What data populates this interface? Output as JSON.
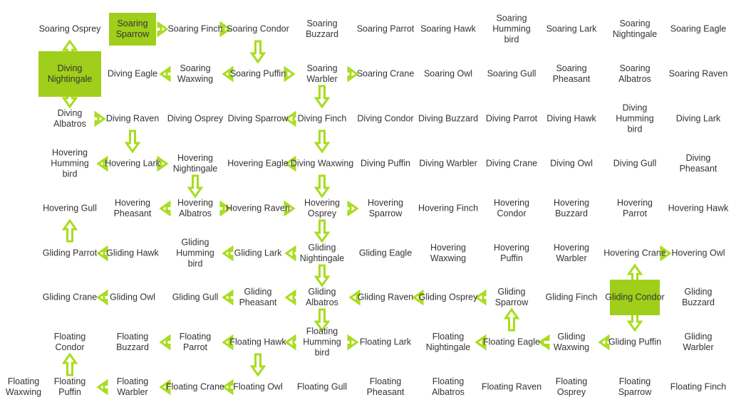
{
  "highlight_color": "#9fcf1a",
  "arrow_color": "#a8dc1e",
  "text_color": "#333333",
  "highlighted_nodes": [
    "Soaring Sparrow",
    "Diving Nightingale",
    "Gliding Condor"
  ],
  "rows": [
    [
      "Soaring Osprey",
      "Soaring Sparrow",
      "Soaring Finch",
      "Soaring Condor",
      "Soaring Buzzard",
      "Soaring Parrot",
      "Soaring Hawk",
      "Soaring Humming bird",
      "Soaring Lark",
      "Soaring Nightingale",
      "Soaring Eagle"
    ],
    [
      "Diving Nightingale",
      "Diving Eagle",
      "Soaring Waxwing",
      "Soaring Puffin",
      "Soaring Warbler",
      "Soaring Crane",
      "Soaring Owl",
      "Soaring Gull",
      "Soaring Pheasant",
      "Soaring Albatros",
      "Soaring Raven"
    ],
    [
      "Diving Albatros",
      "Diving Raven",
      "Diving Osprey",
      "Diving Sparrow",
      "Diving Finch",
      "Diving Condor",
      "Diving Buzzard",
      "Diving Parrot",
      "Diving Hawk",
      "Diving Humming bird",
      "Diving Lark"
    ],
    [
      "Hovering Humming bird",
      "Hovering Lark",
      "Hovering Nightingale",
      "Hovering Eagle",
      "Diving Waxwing",
      "Diving Puffin",
      "Diving Warbler",
      "Diving Crane",
      "Diving Owl",
      "Diving Gull",
      "Diving Pheasant"
    ],
    [
      "Hovering Gull",
      "Hovering Pheasant",
      "Hovering Albatros",
      "Hovering Raven",
      "Hovering Osprey",
      "Hovering Sparrow",
      "Hovering Finch",
      "Hovering Condor",
      "Hovering Buzzard",
      "Hovering Parrot",
      "Hovering Hawk"
    ],
    [
      "Gliding Parrot",
      "Gliding Hawk",
      "Gliding Humming bird",
      "Gliding Lark",
      "Gliding Nightingale",
      "Gliding Eagle",
      "Hovering Waxwing",
      "Hovering Puffin",
      "Hovering Warbler",
      "Hovering Crane",
      "Hovering Owl"
    ],
    [
      "Gliding Crane",
      "Gliding Owl",
      "Gliding Gull",
      "Gliding Pheasant",
      "Gliding Albatros",
      "Gliding Raven",
      "Gliding Osprey",
      "Gliding Sparrow",
      "Gliding Finch",
      "Gliding Condor",
      "Gliding Buzzard"
    ],
    [
      "Floating Condor",
      "Floating Buzzard",
      "Floating Parrot",
      "Floating Hawk",
      "Floating Humming bird",
      "Floating Lark",
      "Floating Nightingale",
      "Floating Eagle",
      "Gliding Waxwing",
      "Gliding Puffin",
      "Gliding Warbler"
    ],
    [
      "Floating Waxwing",
      "Floating Puffin",
      "Floating Warbler",
      "Floating Crane",
      "Floating Owl",
      "Floating Gull",
      "Floating Pheasant",
      "Floating Albatros",
      "Floating Raven",
      "Floating Osprey",
      "Floating Sparrow",
      "Floating Finch"
    ]
  ],
  "arrows": [
    [
      "Soaring Sparrow",
      "Soaring Finch"
    ],
    [
      "Soaring Finch",
      "Soaring Condor"
    ],
    [
      "Soaring Condor",
      "Soaring Puffin"
    ],
    [
      "Soaring Puffin",
      "Soaring Waxwing"
    ],
    [
      "Soaring Waxwing",
      "Diving Eagle"
    ],
    [
      "Soaring Puffin",
      "Soaring Warbler"
    ],
    [
      "Soaring Warbler",
      "Soaring Crane"
    ],
    [
      "Soaring Warbler",
      "Diving Finch"
    ],
    [
      "Diving Finch",
      "Diving Sparrow"
    ],
    [
      "Diving Finch",
      "Diving Waxwing"
    ],
    [
      "Diving Waxwing",
      "Hovering Eagle"
    ],
    [
      "Diving Waxwing",
      "Hovering Osprey"
    ],
    [
      "Hovering Osprey",
      "Hovering Sparrow"
    ],
    [
      "Hovering Osprey",
      "Gliding Nightingale"
    ],
    [
      "Gliding Nightingale",
      "Gliding Lark"
    ],
    [
      "Gliding Lark",
      "Gliding Humming bird"
    ],
    [
      "Gliding Nightingale",
      "Gliding Albatros"
    ],
    [
      "Gliding Albatros",
      "Gliding Pheasant"
    ],
    [
      "Gliding Pheasant",
      "Gliding Gull"
    ],
    [
      "Gliding Albatros",
      "Floating Humming bird"
    ],
    [
      "Floating Humming bird",
      "Floating Hawk"
    ],
    [
      "Floating Humming bird",
      "Floating Lark"
    ],
    [
      "Floating Hawk",
      "Floating Parrot"
    ],
    [
      "Floating Parrot",
      "Floating Buzzard"
    ],
    [
      "Floating Hawk",
      "Floating Owl"
    ],
    [
      "Floating Owl",
      "Floating Crane"
    ],
    [
      "Floating Crane",
      "Floating Warbler"
    ],
    [
      "Floating Warbler",
      "Floating Puffin"
    ],
    [
      "Floating Puffin",
      "Floating Condor"
    ],
    [
      "Diving Nightingale",
      "Soaring Osprey"
    ],
    [
      "Diving Nightingale",
      "Diving Albatros"
    ],
    [
      "Diving Albatros",
      "Diving Raven"
    ],
    [
      "Diving Raven",
      "Hovering Lark"
    ],
    [
      "Hovering Lark",
      "Hovering Humming bird"
    ],
    [
      "Hovering Lark",
      "Hovering Nightingale"
    ],
    [
      "Hovering Nightingale",
      "Hovering Albatros"
    ],
    [
      "Hovering Albatros",
      "Hovering Pheasant"
    ],
    [
      "Hovering Albatros",
      "Hovering Raven"
    ],
    [
      "Hovering Raven",
      "Hovering Osprey"
    ],
    [
      "Gliding Hawk",
      "Gliding Parrot"
    ],
    [
      "Gliding Parrot",
      "Hovering Gull"
    ],
    [
      "Gliding Owl",
      "Gliding Crane"
    ],
    [
      "Gliding Raven",
      "Gliding Albatros"
    ],
    [
      "Gliding Osprey",
      "Gliding Raven"
    ],
    [
      "Gliding Sparrow",
      "Gliding Osprey"
    ],
    [
      "Floating Eagle",
      "Gliding Sparrow"
    ],
    [
      "Floating Eagle",
      "Floating Nightingale"
    ],
    [
      "Gliding Waxwing",
      "Floating Eagle"
    ],
    [
      "Gliding Puffin",
      "Gliding Waxwing"
    ],
    [
      "Gliding Condor",
      "Gliding Puffin"
    ],
    [
      "Gliding Condor",
      "Hovering Crane"
    ],
    [
      "Hovering Crane",
      "Hovering Owl"
    ]
  ]
}
